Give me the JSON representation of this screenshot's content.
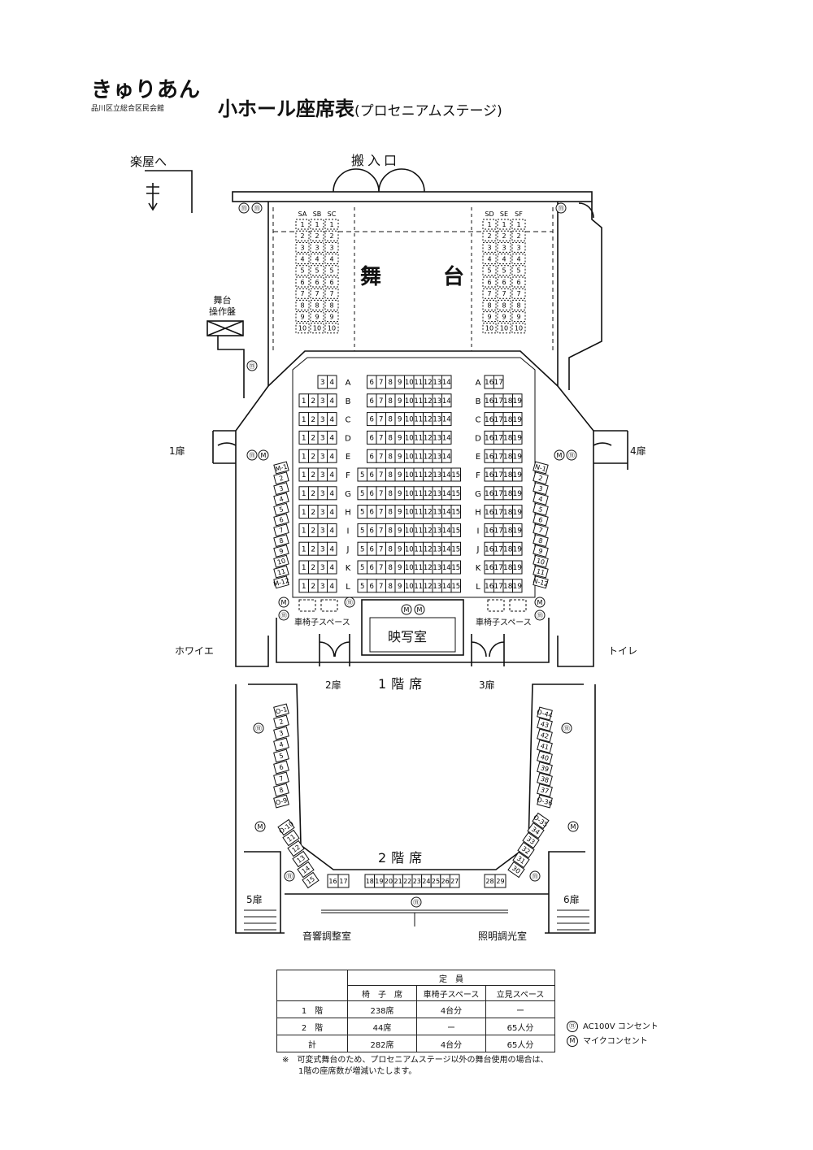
{
  "header": {
    "logo_text": "きゅりあん",
    "logo_sub": "品川区立総合区民会館",
    "title": "小ホール座席表",
    "title_paren": "(プロセニアムステージ)"
  },
  "labels": {
    "loading_entrance": "搬入口",
    "to_greenroom": "楽屋へ",
    "stage_console": "舞台\n操作盤",
    "stage_left": "舞",
    "stage_right": "台",
    "door1": "1扉",
    "door2": "2扉",
    "door3": "3扉",
    "door4": "4扉",
    "door5": "5扉",
    "door6": "6扉",
    "foyer": "ホワイエ",
    "toilet": "トイレ",
    "projection_room": "映写室",
    "wheelchair_left": "車椅子スペース",
    "wheelchair_right": "車椅子スペース",
    "floor1": "1階席",
    "floor2": "2階席",
    "sound_room": "音響調整室",
    "lighting_room": "照明調光室"
  },
  "stage_seats": {
    "left_cols": [
      "SA",
      "SB",
      "SC"
    ],
    "right_cols": [
      "SD",
      "SE",
      "SF"
    ],
    "numbers": [
      "1",
      "2",
      "3",
      "4",
      "5",
      "6",
      "7",
      "8",
      "9",
      "10"
    ]
  },
  "main_rows": [
    {
      "row": "A",
      "left": [
        "3",
        "4"
      ],
      "center": [
        "6",
        "7",
        "8",
        "9",
        "10",
        "11",
        "12",
        "13",
        "14"
      ],
      "right": [
        "16",
        "17"
      ]
    },
    {
      "row": "B",
      "left": [
        "1",
        "2",
        "3",
        "4"
      ],
      "center": [
        "6",
        "7",
        "8",
        "9",
        "10",
        "11",
        "12",
        "13",
        "14"
      ],
      "right": [
        "16",
        "17",
        "18",
        "19"
      ]
    },
    {
      "row": "C",
      "left": [
        "1",
        "2",
        "3",
        "4"
      ],
      "center": [
        "6",
        "7",
        "8",
        "9",
        "10",
        "11",
        "12",
        "13",
        "14"
      ],
      "right": [
        "16",
        "17",
        "18",
        "19"
      ]
    },
    {
      "row": "D",
      "left": [
        "1",
        "2",
        "3",
        "4"
      ],
      "center": [
        "6",
        "7",
        "8",
        "9",
        "10",
        "11",
        "12",
        "13",
        "14"
      ],
      "right": [
        "16",
        "17",
        "18",
        "19"
      ]
    },
    {
      "row": "E",
      "left": [
        "1",
        "2",
        "3",
        "4"
      ],
      "center": [
        "6",
        "7",
        "8",
        "9",
        "10",
        "11",
        "12",
        "13",
        "14"
      ],
      "right": [
        "16",
        "17",
        "18",
        "19"
      ]
    },
    {
      "row": "F",
      "left": [
        "1",
        "2",
        "3",
        "4"
      ],
      "center": [
        "5",
        "6",
        "7",
        "8",
        "9",
        "10",
        "11",
        "12",
        "13",
        "14",
        "15"
      ],
      "right": [
        "16",
        "17",
        "18",
        "19"
      ]
    },
    {
      "row": "G",
      "left": [
        "1",
        "2",
        "3",
        "4"
      ],
      "center": [
        "5",
        "6",
        "7",
        "8",
        "9",
        "10",
        "11",
        "12",
        "13",
        "14",
        "15"
      ],
      "right": [
        "16",
        "17",
        "18",
        "19"
      ]
    },
    {
      "row": "H",
      "left": [
        "1",
        "2",
        "3",
        "4"
      ],
      "center": [
        "5",
        "6",
        "7",
        "8",
        "9",
        "10",
        "11",
        "12",
        "13",
        "14",
        "15"
      ],
      "right": [
        "16",
        "17",
        "18",
        "19"
      ]
    },
    {
      "row": "I",
      "left": [
        "1",
        "2",
        "3",
        "4"
      ],
      "center": [
        "5",
        "6",
        "7",
        "8",
        "9",
        "10",
        "11",
        "12",
        "13",
        "14",
        "15"
      ],
      "right": [
        "16",
        "17",
        "18",
        "19"
      ]
    },
    {
      "row": "J",
      "left": [
        "1",
        "2",
        "3",
        "4"
      ],
      "center": [
        "5",
        "6",
        "7",
        "8",
        "9",
        "10",
        "11",
        "12",
        "13",
        "14",
        "15"
      ],
      "right": [
        "16",
        "17",
        "18",
        "19"
      ]
    },
    {
      "row": "K",
      "left": [
        "1",
        "2",
        "3",
        "4"
      ],
      "center": [
        "5",
        "6",
        "7",
        "8",
        "9",
        "10",
        "11",
        "12",
        "13",
        "14",
        "15"
      ],
      "right": [
        "16",
        "17",
        "18",
        "19"
      ]
    },
    {
      "row": "L",
      "left": [
        "1",
        "2",
        "3",
        "4"
      ],
      "center": [
        "5",
        "6",
        "7",
        "8",
        "9",
        "10",
        "11",
        "12",
        "13",
        "14",
        "15"
      ],
      "right": [
        "16",
        "17",
        "18",
        "19"
      ]
    }
  ],
  "side_m": [
    "M-1",
    "2",
    "3",
    "4",
    "5",
    "6",
    "7",
    "8",
    "9",
    "10",
    "11",
    "M-12"
  ],
  "side_n": [
    "N-1",
    "2",
    "3",
    "4",
    "5",
    "6",
    "7",
    "8",
    "9",
    "10",
    "11",
    "N-12"
  ],
  "balcony": {
    "o_left_upper": [
      "O-1",
      "2",
      "3",
      "4",
      "5",
      "6",
      "7",
      "8",
      "O-9"
    ],
    "o_left_lower": [
      "O-10",
      "11",
      "12",
      "13",
      "14",
      "15"
    ],
    "o_back_a": [
      "16",
      "17"
    ],
    "o_back_b": [
      "18",
      "19",
      "20",
      "21",
      "22",
      "23",
      "24",
      "25",
      "26",
      "27"
    ],
    "o_back_c": [
      "28",
      "29"
    ],
    "o_right_lower": [
      "30",
      "31",
      "32",
      "33",
      "34",
      "O-35"
    ],
    "o_right_upper": [
      "O-36",
      "37",
      "38",
      "39",
      "40",
      "41",
      "42",
      "43",
      "O-44"
    ]
  },
  "capacity": {
    "header_main": "定　員",
    "cols": [
      "椅　子　席",
      "車椅子スペース",
      "立見スペース"
    ],
    "rows": [
      {
        "label": "1　階",
        "values": [
          "238席",
          "4台分",
          "ー"
        ]
      },
      {
        "label": "2　階",
        "values": [
          "44席",
          "ー",
          "65人分"
        ]
      },
      {
        "label": "計",
        "values": [
          "282席",
          "4台分",
          "65人分"
        ]
      }
    ]
  },
  "legend": [
    {
      "symbol": "⑪",
      "text": "AC100V コンセント"
    },
    {
      "symbol": "M",
      "text": "マイクコンセント"
    }
  ],
  "note": {
    "mark": "※",
    "line1": "可変式舞台のため、プロセニアムステージ以外の舞台使用の場合は、",
    "line2": "1階の座席数が増減いたします。"
  }
}
